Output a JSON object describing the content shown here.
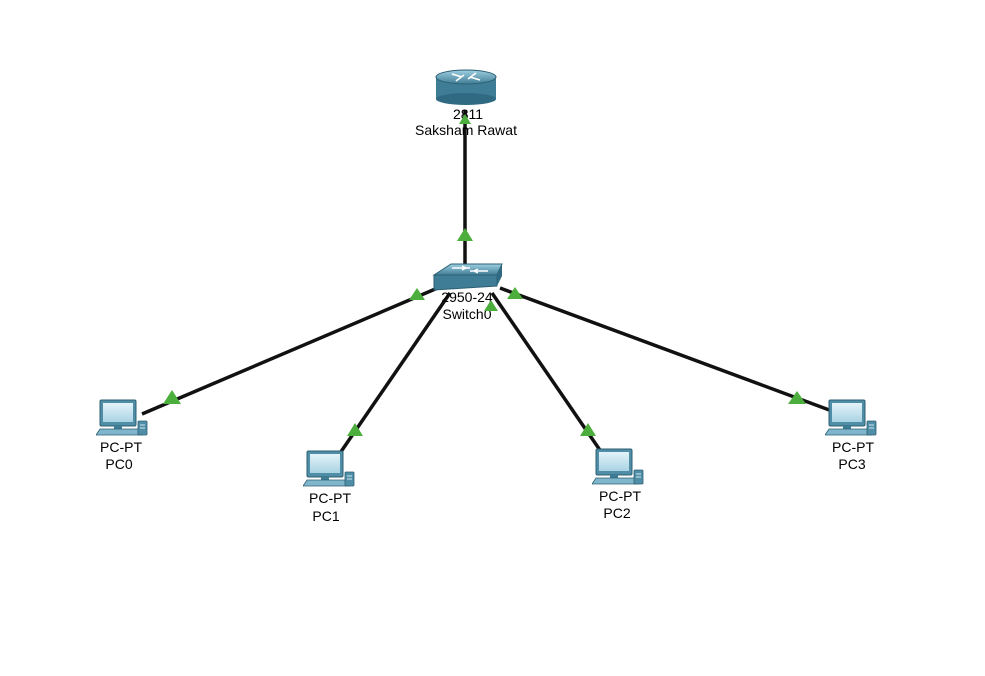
{
  "colors": {
    "link": "#111111",
    "link_status": "#4cae3c",
    "device_body": "#4f8ea6",
    "device_light": "#a9d3e3",
    "background": "#ffffff"
  },
  "devices": {
    "router": {
      "model": "2811",
      "name": "Saksham Rawat",
      "icon": "router-icon"
    },
    "switch": {
      "model": "2950-24",
      "name": "Switch0",
      "icon": "switch-icon"
    },
    "pc0": {
      "model": "PC-PT",
      "name": "PC0",
      "icon": "pc-icon"
    },
    "pc1": {
      "model": "PC-PT",
      "name": "PC1",
      "icon": "pc-icon"
    },
    "pc2": {
      "model": "PC-PT",
      "name": "PC2",
      "icon": "pc-icon"
    },
    "pc3": {
      "model": "PC-PT",
      "name": "PC3",
      "icon": "pc-icon"
    }
  },
  "links": [
    {
      "from": "router",
      "to": "switch",
      "status": "up"
    },
    {
      "from": "switch",
      "to": "pc0",
      "status": "up"
    },
    {
      "from": "switch",
      "to": "pc1",
      "status": "up"
    },
    {
      "from": "switch",
      "to": "pc2",
      "status": "up"
    },
    {
      "from": "switch",
      "to": "pc3",
      "status": "up"
    }
  ]
}
